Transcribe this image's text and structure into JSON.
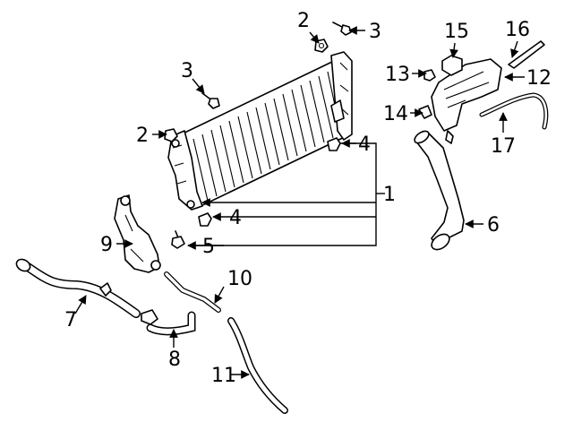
{
  "callouts": {
    "c1": "1",
    "c2a": "2",
    "c2b": "2",
    "c3a": "3",
    "c3b": "3",
    "c4a": "4",
    "c4b": "4",
    "c5": "5",
    "c6": "6",
    "c7": "7",
    "c8": "8",
    "c9": "9",
    "c10": "10",
    "c11": "11",
    "c12": "12",
    "c13": "13",
    "c14": "14",
    "c15": "15",
    "c16": "16",
    "c17": "17"
  }
}
